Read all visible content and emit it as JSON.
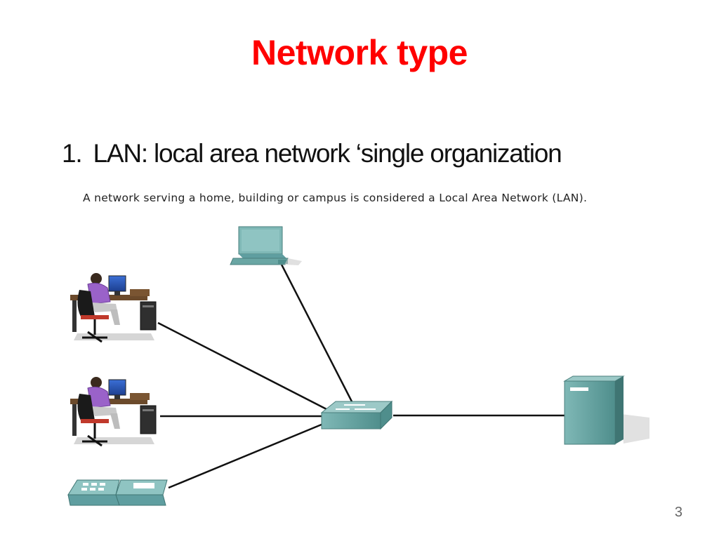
{
  "slide": {
    "title": "Network type",
    "bullet_number": "1.",
    "bullet_text": "LAN: local area network ‘single organization",
    "caption": "A network serving a home, building or campus is considered a Local Area Network (LAN).",
    "page_number": "3"
  },
  "colors": {
    "title": "#ff0000",
    "device_teal": "#5f9ea0",
    "link": "#111111"
  },
  "diagram": {
    "nodes": [
      {
        "id": "computer-top",
        "icon": "desktop-computer-icon"
      },
      {
        "id": "user-workstation-1",
        "icon": "user-at-workstation-icon"
      },
      {
        "id": "user-workstation-2",
        "icon": "user-at-workstation-icon"
      },
      {
        "id": "ip-phone",
        "icon": "ip-phone-icon"
      },
      {
        "id": "switch",
        "icon": "network-switch-icon"
      },
      {
        "id": "server",
        "icon": "server-icon"
      }
    ],
    "links": [
      [
        "computer-top",
        "switch"
      ],
      [
        "user-workstation-1",
        "switch"
      ],
      [
        "user-workstation-2",
        "switch"
      ],
      [
        "ip-phone",
        "switch"
      ],
      [
        "switch",
        "server"
      ]
    ]
  }
}
